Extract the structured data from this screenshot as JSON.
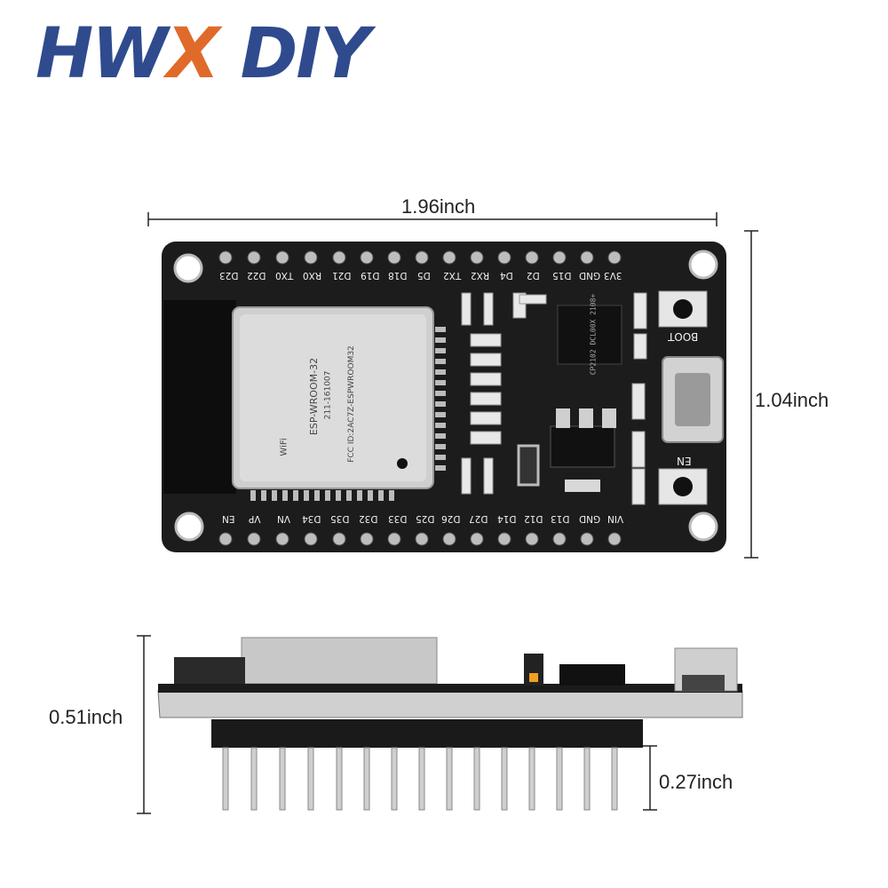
{
  "brand": {
    "logo_part1": "HW",
    "logo_part2": "X",
    "logo_part3": " DIY"
  },
  "dimensions": {
    "width": "1.96inch",
    "height": "1.04inch",
    "thickness": "0.51inch",
    "pin_length": "0.27inch"
  },
  "board_top": {
    "top_pins": [
      "3V3",
      "GND",
      "D15",
      "D2",
      "D4",
      "RX2",
      "TX2",
      "D5",
      "D18",
      "D19",
      "D21",
      "RX0",
      "TX0",
      "D22",
      "D23"
    ],
    "bottom_pins": [
      "VIN",
      "GND",
      "D13",
      "D12",
      "D14",
      "D27",
      "D26",
      "D25",
      "D33",
      "D32",
      "D35",
      "D34",
      "VN",
      "VP",
      "EN"
    ],
    "button_boot": "BOOT",
    "button_en": "EN",
    "module_label": "ESP-WROOM-32",
    "module_id": "211-161007",
    "module_fcc": "FCC ID:2AC7Z-ESPWROOM32",
    "chip_text": "CP2102 DCL00X 2108+",
    "module_wifi": "WiFi"
  },
  "colors": {
    "pcb": "#1c1c1c",
    "silver": "#d8d8d8",
    "logo_blue": "#2f4b8e",
    "logo_orange": "#e06a2a"
  }
}
